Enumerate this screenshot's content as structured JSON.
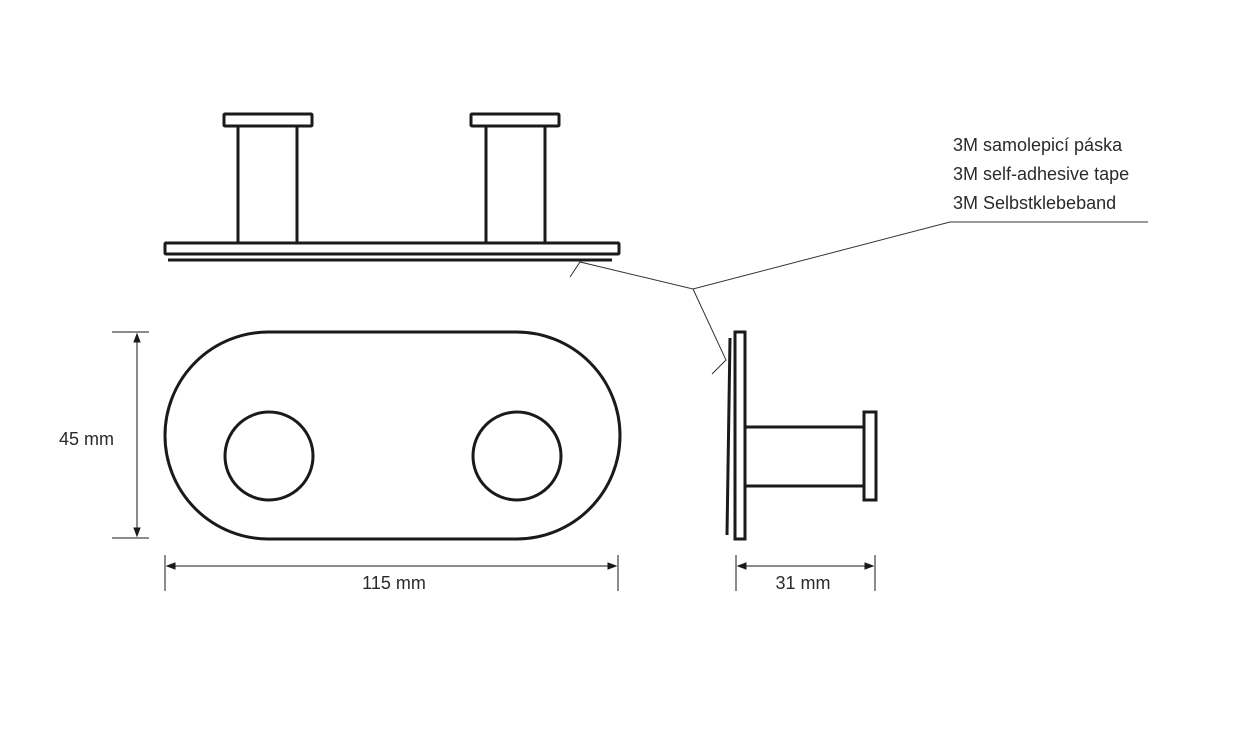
{
  "labels": {
    "tape_cz": "3M samolepicí páska",
    "tape_en": "3M self-adhesive tape",
    "tape_de": "3M Selbstklebeband"
  },
  "dimensions": {
    "height": "45 mm",
    "width": "115 mm",
    "depth": "31 mm"
  },
  "colors": {
    "line": "#1a1a1a",
    "leader": "#333333"
  }
}
